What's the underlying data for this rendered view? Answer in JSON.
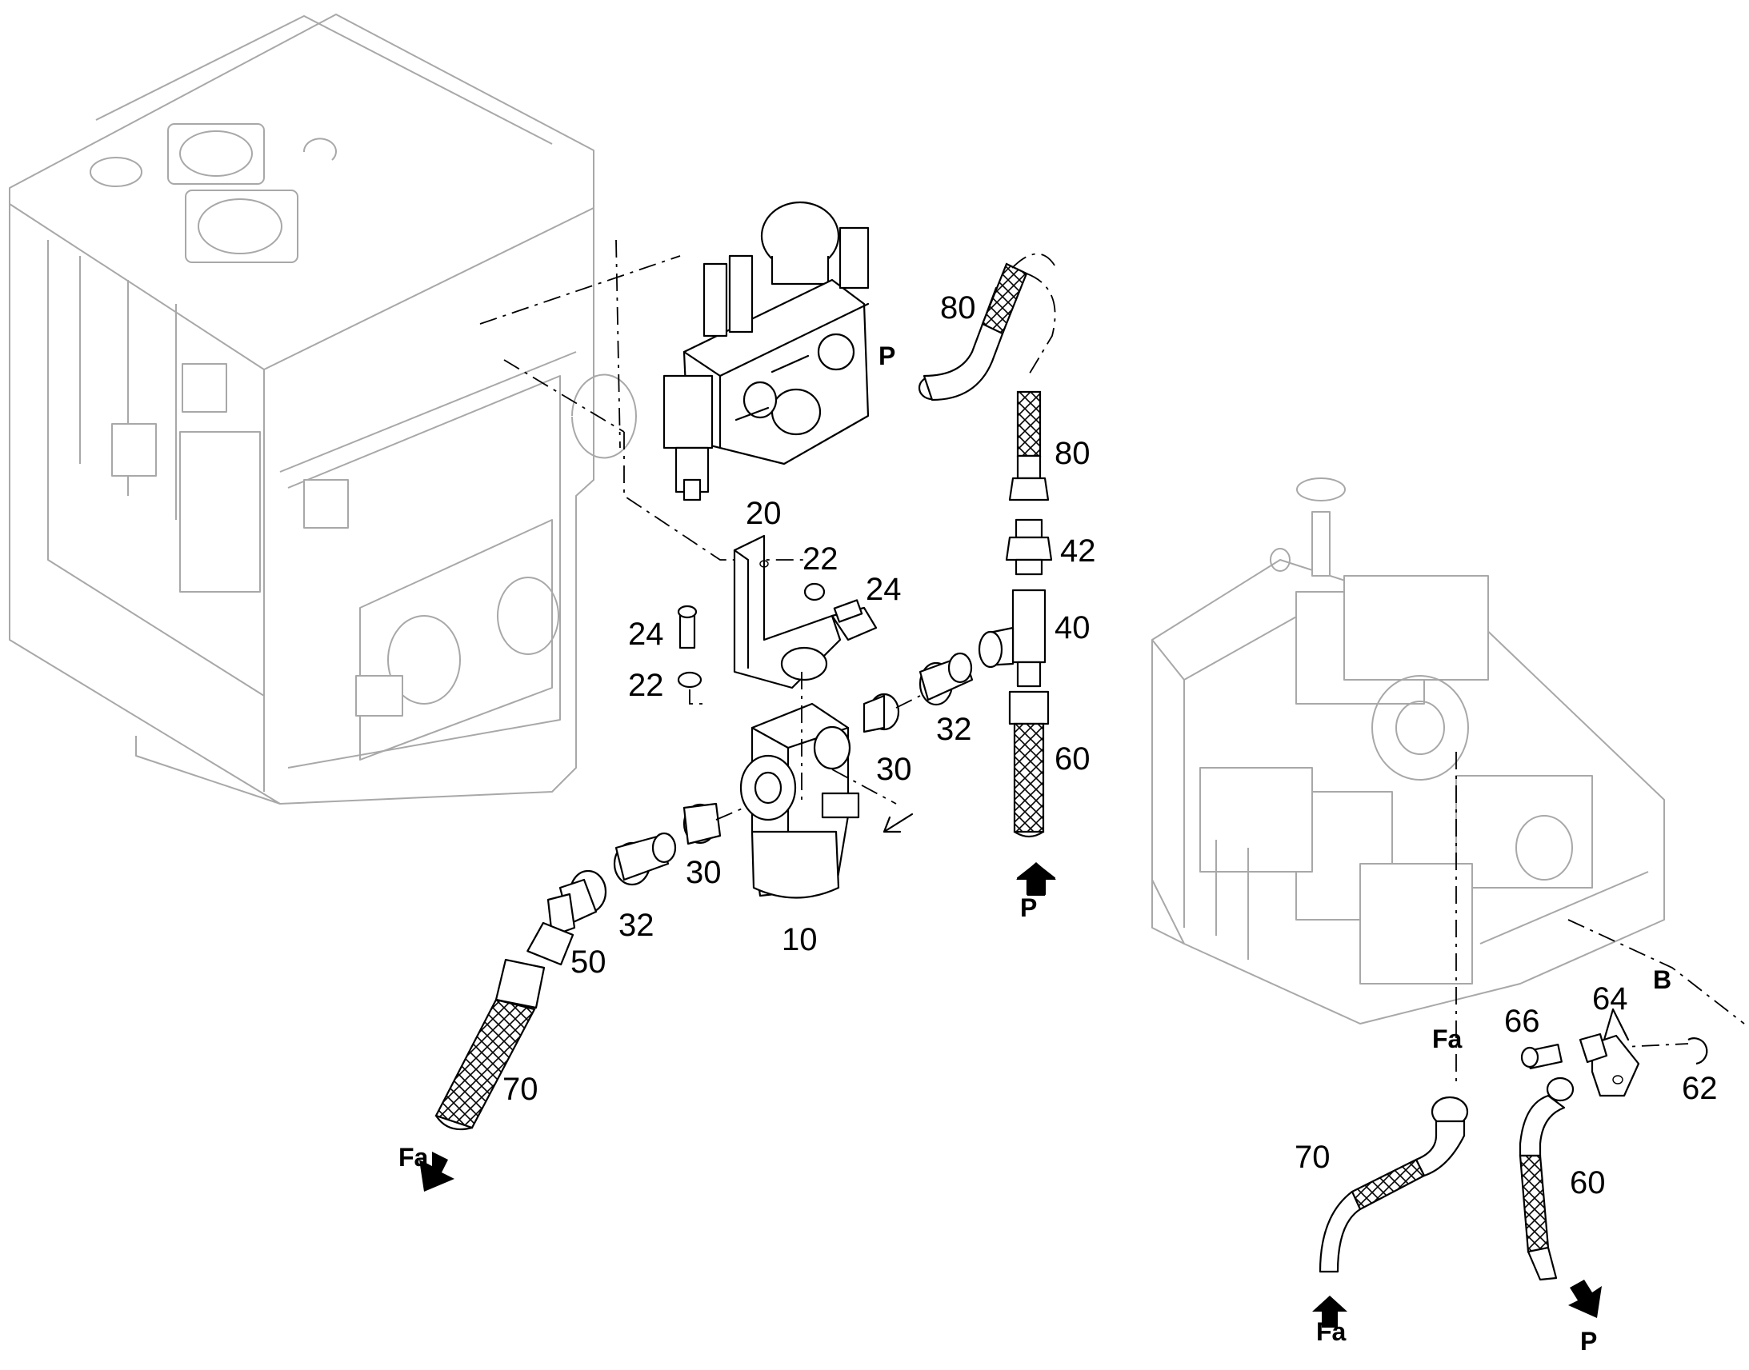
{
  "callouts": {
    "c80_top": "80",
    "c80_mid": "80",
    "c42": "42",
    "c40": "40",
    "c60_mid": "60",
    "c20": "20",
    "c22_a": "22",
    "c24_a": "24",
    "c24_b": "24",
    "c22_b": "22",
    "c32_a": "32",
    "c30_a": "30",
    "c30_b": "30",
    "c32_b": "32",
    "c50": "50",
    "c10": "10",
    "c70_left": "70",
    "c64": "64",
    "c66": "66",
    "c62": "62",
    "c70_right": "70",
    "c60_right": "60"
  },
  "flow_labels": {
    "p_valve": "P",
    "p_hose_bottom": "P",
    "fa_left": "Fa",
    "fa_mid": "Fa",
    "b": "B",
    "fa_bottom": "Fa",
    "p_bottom": "P"
  }
}
